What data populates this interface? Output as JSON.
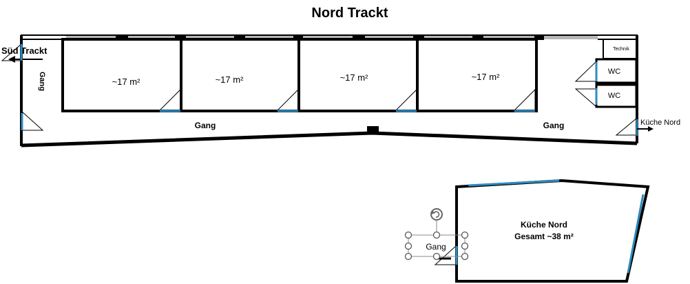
{
  "title": "Nord Trackt",
  "labels": {
    "sued_trackt": "Süd Trackt",
    "gang_left_vertical": "Gang",
    "room1_area": "~17 m²",
    "room2_area": "~17 m²",
    "room3_area": "~17 m²",
    "room4_area": "~17 m²",
    "technik": "Technik",
    "wc1": "WC",
    "wc2": "WC",
    "kueche_nord_arrow": "Küche Nord",
    "gang_corridor_left": "Gang",
    "gang_corridor_right": "Gang",
    "kueche_name": "Küche Nord",
    "kueche_area": "Gesamt ~38 m²",
    "gang_selected_box": "Gang"
  },
  "colors": {
    "wall": "#000000",
    "window": "#b7b7b7",
    "glass_blue": "#2e8bc0",
    "door_fill": "#d7eef8",
    "handle_fill": "#ffffff",
    "handle_stroke": "#555555"
  },
  "icons": {
    "rotate_handle": "rotate-icon",
    "door_swing": "door-swing-icon",
    "exit_arrow": "arrow-left-icon"
  }
}
